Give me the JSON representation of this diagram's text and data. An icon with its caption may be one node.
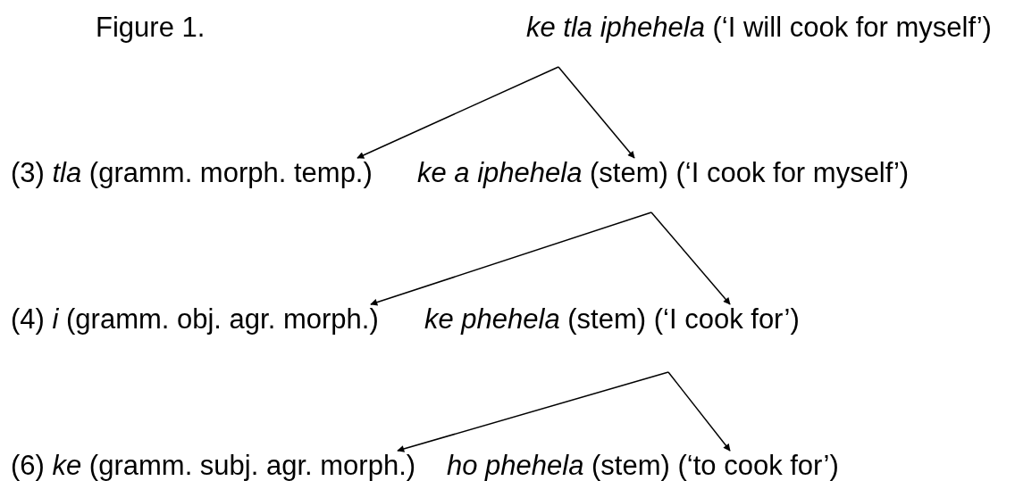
{
  "diagram": {
    "nodes": [
      {
        "text": [
          "*ke tla iphehela*  (‘I will cook for myself’)"
        ]
      },
      {
        "text": [
          "(3) *tla* (gramm. morph. temp.)"
        ]
      },
      {
        "text": [
          "*ke a iphehela* (stem) (‘I cook for myself’)"
        ]
      },
      {
        "text": [
          "(4) *i* (gramm. obj. agr. morph.)"
        ]
      },
      {
        "text": [
          "*ke phehela* (stem) (‘I cook for’)"
        ]
      },
      {
        "text": [
          "(6) *ke* (gramm. subj. agr. morph.)"
        ]
      },
      {
        "text": [
          "*ho phehela* (stem) (‘to cook for’)"
        ]
      }
    ],
    "edges": [
      {
        "from": 0,
        "to": 1,
        "arrow": "to"
      },
      {
        "from": 0,
        "to": 2,
        "arrow": "to"
      },
      {
        "from": 2,
        "to": 3,
        "arrow": "to"
      },
      {
        "from": 2,
        "to": 4,
        "arrow": "to"
      },
      {
        "from": 4,
        "to": 5,
        "arrow": "to"
      },
      {
        "from": 4,
        "to": 6,
        "arrow": "to"
      }
    ],
    "labels": [
      "Figure 1."
    ]
  }
}
